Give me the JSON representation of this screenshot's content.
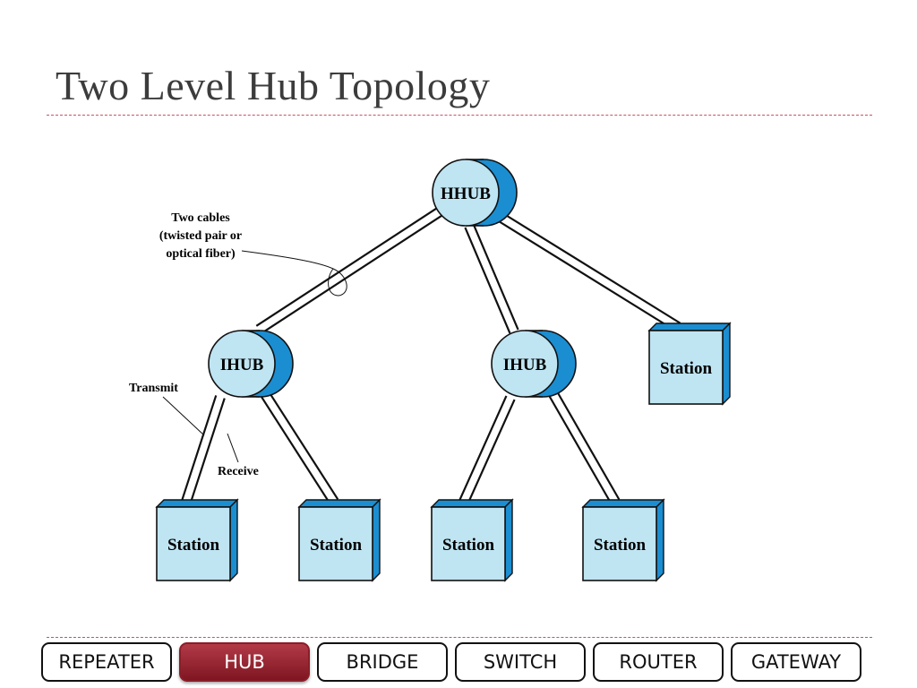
{
  "slide": {
    "title": "Two Level Hub Topology"
  },
  "diagram": {
    "colors": {
      "fill": "#bfe4f2",
      "side": "#1b8ed1",
      "line": "#111111"
    },
    "hubs": [
      {
        "id": "hhub",
        "label": "HHUB"
      },
      {
        "id": "ihub-left",
        "label": "IHUB"
      },
      {
        "id": "ihub-right",
        "label": "IHUB"
      }
    ],
    "stations": [
      {
        "id": "station-hhub",
        "label": "Station"
      },
      {
        "id": "station-1",
        "label": "Station"
      },
      {
        "id": "station-2",
        "label": "Station"
      },
      {
        "id": "station-3",
        "label": "Station"
      },
      {
        "id": "station-4",
        "label": "Station"
      }
    ],
    "annotations": {
      "cables_line1": "Two cables",
      "cables_line2": "(twisted pair or",
      "cables_line3": "optical fiber)",
      "transmit": "Transmit",
      "receive": "Receive"
    }
  },
  "nav": {
    "active": "HUB",
    "items": [
      {
        "label": "REPEATER"
      },
      {
        "label": "HUB"
      },
      {
        "label": "BRIDGE"
      },
      {
        "label": "SWITCH"
      },
      {
        "label": "ROUTER"
      },
      {
        "label": "GATEWAY"
      }
    ]
  }
}
